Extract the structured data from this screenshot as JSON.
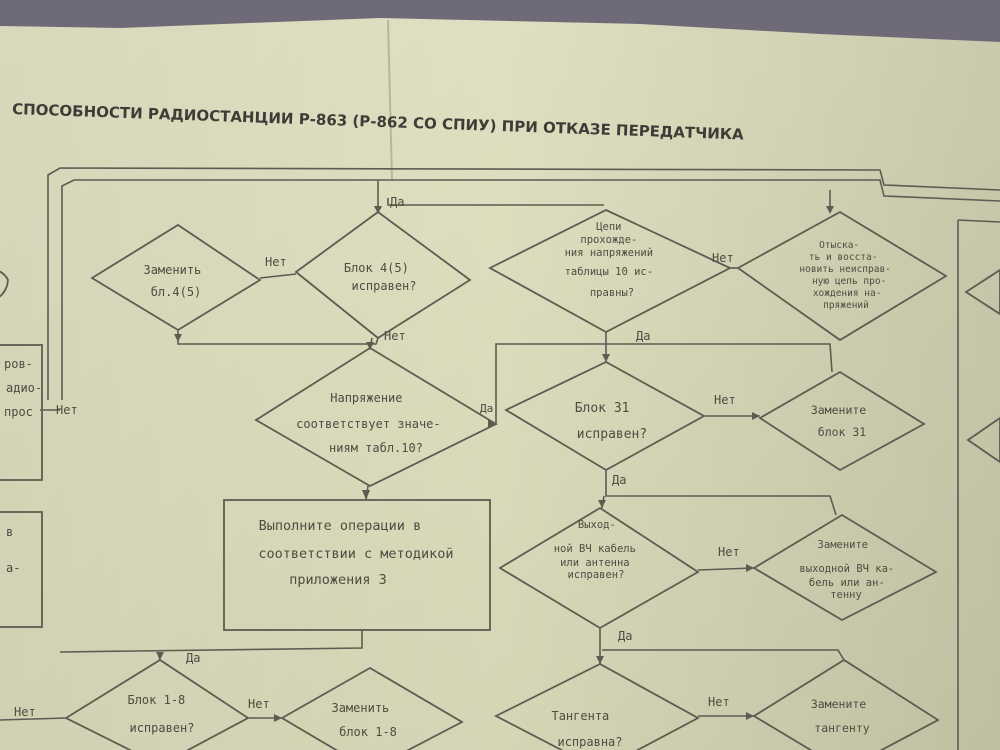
{
  "title": "СПОСОБНОСТИ РАДИОСТАНЦИИ Р-863 (Р-862 СО СПИУ) ПРИ ОТКАЗЕ ПЕРЕДАТЧИКА",
  "labels": {
    "yes": "Да",
    "no": "Нет"
  },
  "nodes": {
    "replace_4s": [
      "Заменить",
      "бл.4(5)"
    ],
    "block_4s_ok": [
      "Блок 4(5)",
      "исправен?"
    ],
    "circuits_ok": [
      "Цепи",
      "прохожде-",
      "ния напряжений",
      "таблицы 10 ис-",
      "правны?"
    ],
    "restore_circuit": [
      "Отыска-",
      "ть и восста-",
      "новить неисправ-",
      "ную цепь про-",
      "хождения на-",
      "пряжений"
    ],
    "voltage_check": [
      "Напряжение",
      "соответствует значе-",
      "ниям табл.10?"
    ],
    "block_31_ok": [
      "Блок 31",
      "исправен?"
    ],
    "replace_31": [
      "Замените",
      "блок 31"
    ],
    "do_operations": [
      "Выполните операции в",
      "соответствии с методикой",
      "приложения 3"
    ],
    "cable_ok": [
      "Выход-",
      "ной ВЧ кабель",
      "или антенна",
      "исправен?"
    ],
    "replace_cable": [
      "Замените",
      "выходной ВЧ ка-",
      "бель или ан-",
      "тенну"
    ],
    "block_1_8_ok": [
      "Блок 1-8",
      "исправен?"
    ],
    "replace_1_8": [
      "Заменить",
      "блок 1-8"
    ],
    "tangent_ok": [
      "Тангента",
      "исправна?"
    ],
    "replace_tangent": [
      "Замените",
      "тангенту"
    ],
    "left_partial": [
      "ров-",
      "адио-",
      "прос"
    ],
    "left_partial_2": [
      "в",
      "а-"
    ]
  }
}
